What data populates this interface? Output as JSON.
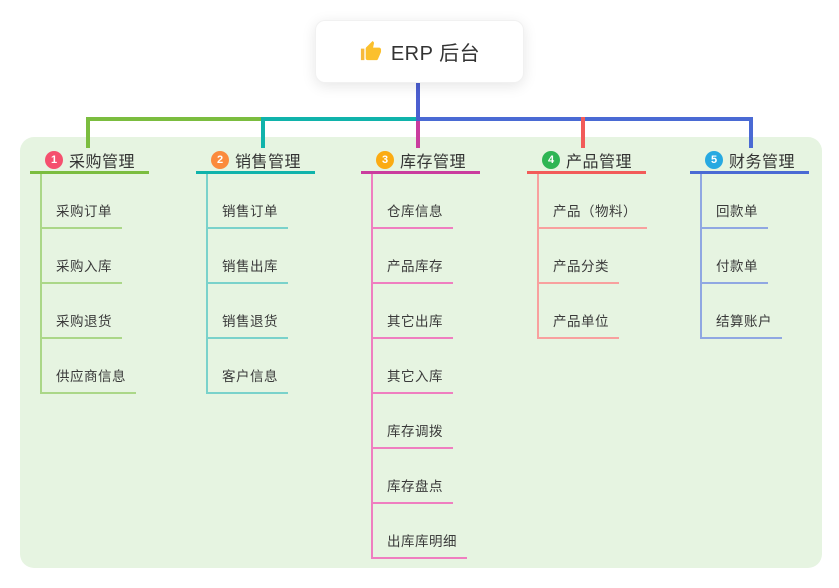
{
  "root": {
    "title": "ERP 后台",
    "icon": "thumbs-up"
  },
  "colors": {
    "canvas_bg": "#ffffff",
    "panel_bg": "#e6f4e1",
    "text_dark": "#333333",
    "connectors": {
      "stem": "#4c5fd0",
      "left_green": "#7bbd3f",
      "mid_teal": "#10b3ab",
      "right_blue": "#4a6ad4",
      "drop_1": "#7bbd3f",
      "drop_2": "#10b3ab",
      "drop_3": "#ca3c9e",
      "drop_4": "#f25b59",
      "drop_5": "#4a6ad4"
    }
  },
  "branches": [
    {
      "index": "1",
      "title": "采购管理",
      "badge_color": "#f5506e",
      "line_color": "#7bbd3f",
      "sub_line_color": "#abd788",
      "items": [
        "采购订单",
        "采购入库",
        "采购退货",
        "供应商信息"
      ]
    },
    {
      "index": "2",
      "title": "销售管理",
      "badge_color": "#fb8b3d",
      "line_color": "#10b3ab",
      "sub_line_color": "#7ad2cb",
      "items": [
        "销售订单",
        "销售出库",
        "销售退货",
        "客户信息"
      ]
    },
    {
      "index": "3",
      "title": "库存管理",
      "badge_color": "#fbab13",
      "line_color": "#ca3c9e",
      "sub_line_color": "#ef7ec0",
      "items": [
        "仓库信息",
        "产品库存",
        "其它出库",
        "其它入库",
        "库存调拨",
        "库存盘点",
        "出库库明细"
      ]
    },
    {
      "index": "4",
      "title": "产品管理",
      "badge_color": "#2fb554",
      "line_color": "#f25b59",
      "sub_line_color": "#f8a09e",
      "items": [
        "产品（物料）",
        "产品分类",
        "产品单位"
      ]
    },
    {
      "index": "5",
      "title": "财务管理",
      "badge_color": "#27a9e1",
      "line_color": "#4a6ad4",
      "sub_line_color": "#90a7e2",
      "items": [
        "回款单",
        "付款单",
        "结算账户"
      ]
    }
  ]
}
